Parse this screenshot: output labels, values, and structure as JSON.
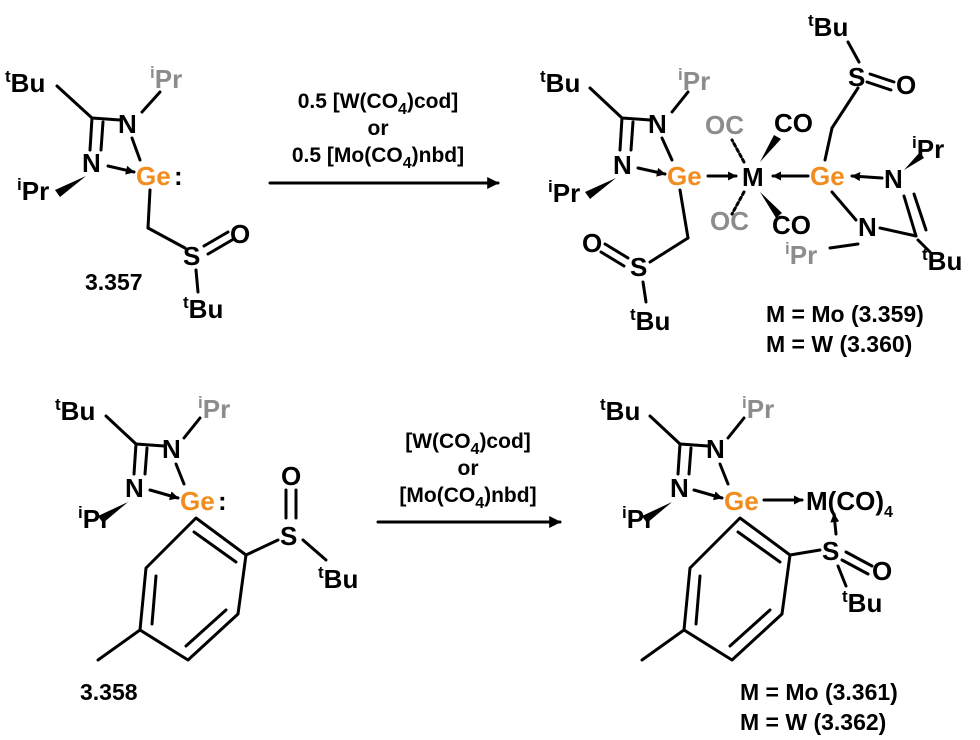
{
  "atoms": {
    "tbu_t": "t",
    "tbu_bu": "Bu",
    "ipr_i": "i",
    "ipr_pr": "Pr",
    "n": "N",
    "ge": "Ge",
    "ge_colon": ":",
    "s": "S",
    "o": "O",
    "m": "M",
    "oc": "OC",
    "co": "CO",
    "m_co4": "M(CO)",
    "m_co4_sub": "4"
  },
  "reaction1": {
    "reagent_a_pre": "0.5 [W(CO",
    "reagent_a_sub": "4",
    "reagent_a_post": ")cod]",
    "or": "or",
    "reagent_b_pre": "0.5 [Mo(CO",
    "reagent_b_sub": "4",
    "reagent_b_post": ")nbd]",
    "start_label": "3.357",
    "product_label_1": "M = Mo (3.359)",
    "product_label_2": "M = W (3.360)"
  },
  "reaction2": {
    "reagent_a_pre": "[W(CO",
    "reagent_a_sub": "4",
    "reagent_a_post": ")cod]",
    "or": "or",
    "reagent_b_pre": "[Mo(CO",
    "reagent_b_sub": "4",
    "reagent_b_post": ")nbd]",
    "start_label": "3.358",
    "product_label_1": "M = Mo (3.361)",
    "product_label_2": "M = W (3.362)"
  }
}
